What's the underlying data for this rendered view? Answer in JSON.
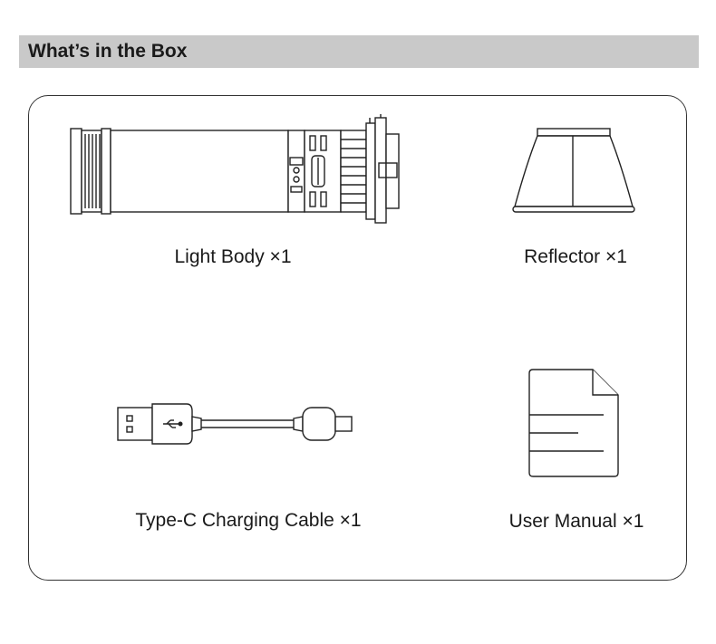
{
  "header": {
    "title": "What’s in the Box"
  },
  "items": [
    {
      "label": "Light Body ×1",
      "icon": "light-body-icon"
    },
    {
      "label": "Reflector ×1",
      "icon": "reflector-icon"
    },
    {
      "label": "Type-C Charging Cable ×1",
      "icon": "type-c-cable-icon"
    },
    {
      "label": "User Manual ×1",
      "icon": "user-manual-icon"
    }
  ]
}
